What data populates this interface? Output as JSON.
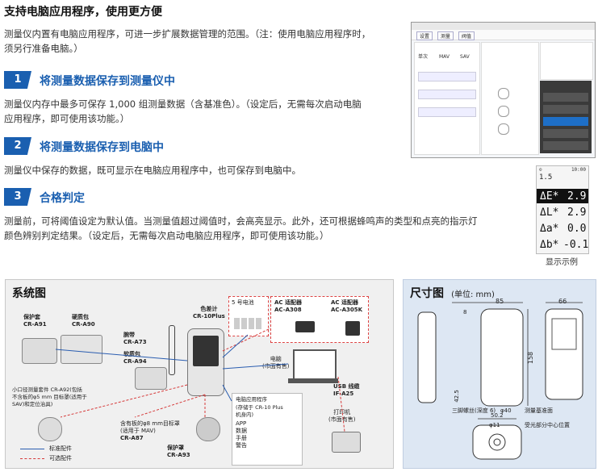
{
  "header": {
    "title": "支持电脑应用程序，使用更方便"
  },
  "intro": {
    "line1": "测量仪内置有电脑应用程序，可进一步扩展数据管理的范围。（注：使用电脑应用程序时，",
    "line2": "须另行准备电脑。）"
  },
  "sections": [
    {
      "num": "1",
      "title": "将测量数据保存到测量仪中",
      "line1": "测量仪内存中最多可保存 1,000 组测量数据（含基准色）。（设定后，无需每次启动电脑",
      "line2": "应用程序，即可使用该功能。）"
    },
    {
      "num": "2",
      "title": "将测量数据保存到电脑中",
      "line1": "测量仪中保存的数据，既可显示在电脑应用程序中，也可保存到电脑中。"
    },
    {
      "num": "3",
      "title": "合格判定",
      "line1": "测量前，可将阈值设定为默认值。当测量值超过阈值时，会高亮显示。此外，还可根据蜂鸣声的类型和点亮的指示灯",
      "line2": "颜色辨别判定结果。（设定后，无需每次启动电脑应用程序，即可使用该功能。）"
    }
  ],
  "display_example": {
    "status_left": "⊙",
    "status_time": "10:00",
    "index": "1.5",
    "rows": [
      {
        "label": "ΔE*",
        "value": "2.9",
        "highlight": true
      },
      {
        "label": "ΔL*",
        "value": "2.9",
        "highlight": false
      },
      {
        "label": "Δa*",
        "value": "0.0",
        "highlight": false
      },
      {
        "label": "Δb*",
        "value": "-0.1",
        "highlight": false
      }
    ],
    "caption": "显示示例"
  },
  "app_screenshot": {
    "menu": [
      "设置",
      "测量",
      "阀值"
    ],
    "options": [
      "单次",
      "MAV",
      "SAV"
    ],
    "colors": {
      "header": "#3a3a3a",
      "accent": "#1e6fc7"
    }
  },
  "system_diagram": {
    "title": "系统图",
    "items": {
      "case_label": "保护套",
      "case_code": "CR-A91",
      "bag_label": "硬质包",
      "bag_code": "CR-A90",
      "meter_label": "色差计",
      "meter_code": "CR-10Plus",
      "strap_label": "腕带",
      "strap_code": "CR-A73",
      "softbag_label": "软质包",
      "softbag_code": "CR-A94",
      "battery_label": "5 号电池",
      "ac1_label": "AC 适配器",
      "ac1_code": "AC-A308",
      "ac2_label": "AC 适配器",
      "ac2_code": "AC-A305K",
      "pc_label": "电脑",
      "pc_sub": "(市面有售)",
      "usb_label": "USB 线缆",
      "usb_code": "IF-A25",
      "small_kit_1": "小口径测量套件 CR-A92(包括",
      "small_kit_2": "不含板的φ5 mm 目标罩(适用于",
      "small_kit_3": "SAV)和定位治具)",
      "target_1": "含有板的φ8 mm目标罩",
      "target_2": "(适用于 MAV)",
      "target_code": "CR-A87",
      "cap_label": "保护罩",
      "cap_code": "CR-A93",
      "app_1": "电脑应用程序",
      "app_2": "(存储于 CR-10 Plus",
      "app_3": "机身内)",
      "app_files": [
        "APP",
        "数据",
        "手册",
        "警告"
      ],
      "printer_label": "打印机",
      "printer_sub": "(市面有售)"
    },
    "legend": {
      "standard": "标准配件",
      "optional": "可选配件"
    },
    "colors": {
      "standard": "#2a5db0",
      "optional": "#d63a3a"
    }
  },
  "dimension_diagram": {
    "title": "尺寸图",
    "unit": "(单位: mm)",
    "dims": {
      "w1": "85",
      "w2": "66",
      "h": "158",
      "d": "42.5",
      "t": "8",
      "sub1": "50.2",
      "sub2": "φ11",
      "phi": "φ40"
    },
    "labels": {
      "thread": "三脚螺丝(深度 6)",
      "base": "测量基准面",
      "center": "受光部分中心位置"
    }
  }
}
